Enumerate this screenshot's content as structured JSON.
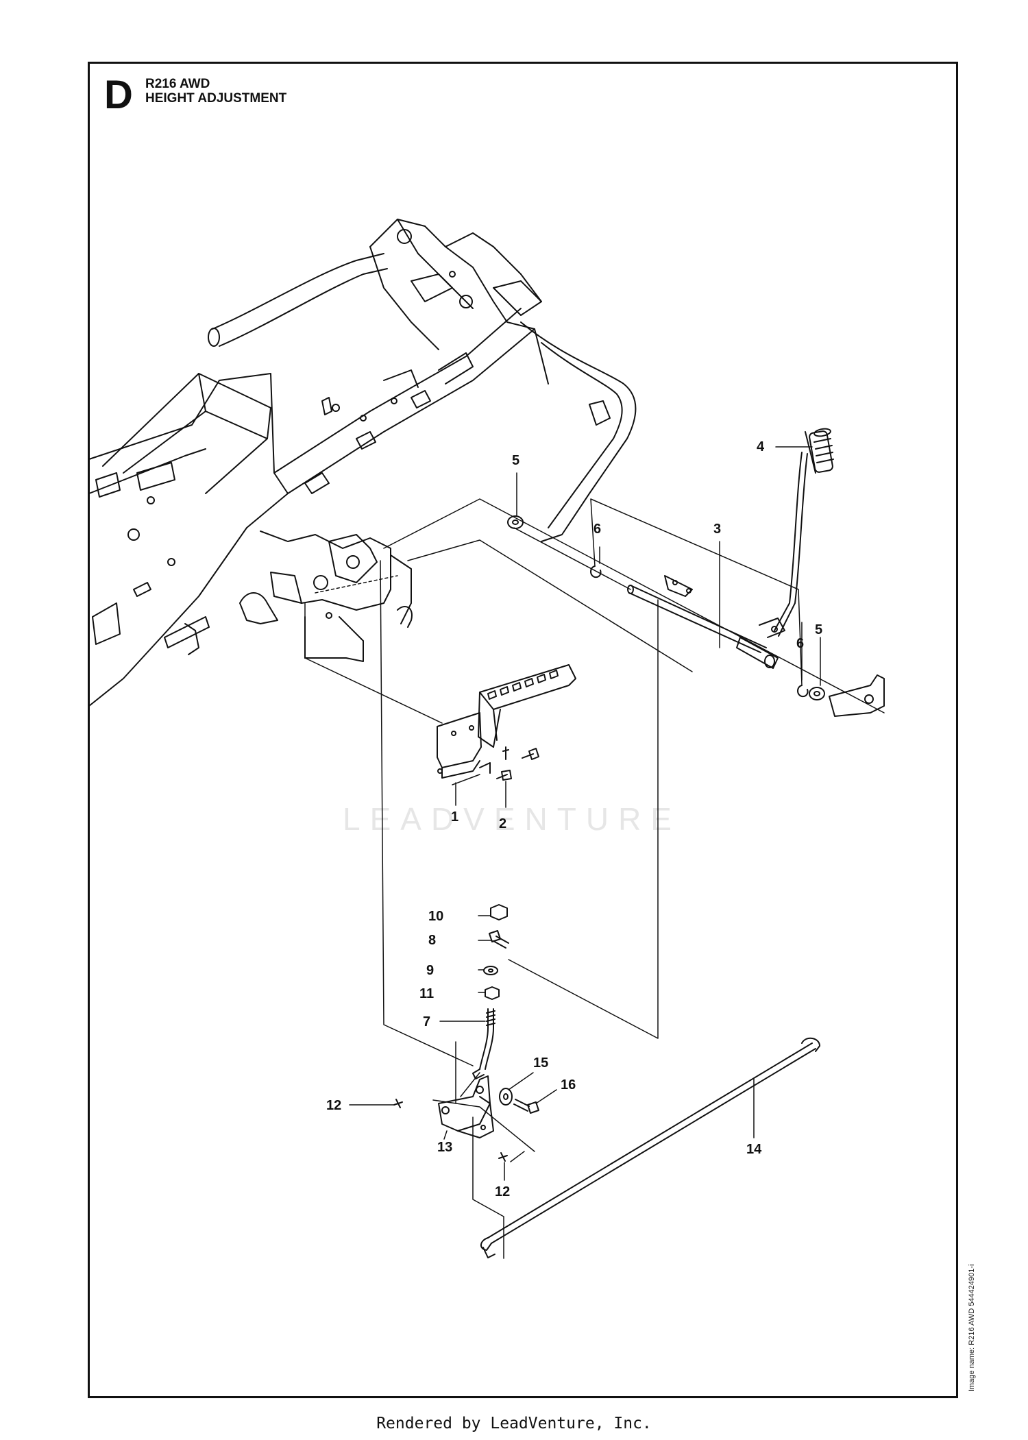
{
  "header": {
    "section_letter": "D",
    "model": "R216 AWD",
    "title": "HEIGHT ADJUSTMENT"
  },
  "callouts": [
    {
      "id": "c1",
      "label": "1"
    },
    {
      "id": "c2",
      "label": "2"
    },
    {
      "id": "c3",
      "label": "3"
    },
    {
      "id": "c4",
      "label": "4"
    },
    {
      "id": "c5a",
      "label": "5"
    },
    {
      "id": "c5b",
      "label": "5"
    },
    {
      "id": "c6a",
      "label": "6"
    },
    {
      "id": "c6b",
      "label": "6"
    },
    {
      "id": "c7",
      "label": "7"
    },
    {
      "id": "c8",
      "label": "8"
    },
    {
      "id": "c9",
      "label": "9"
    },
    {
      "id": "c10",
      "label": "10"
    },
    {
      "id": "c11",
      "label": "11"
    },
    {
      "id": "c12a",
      "label": "12"
    },
    {
      "id": "c12b",
      "label": "12"
    },
    {
      "id": "c13",
      "label": "13"
    },
    {
      "id": "c14",
      "label": "14"
    },
    {
      "id": "c15",
      "label": "15"
    },
    {
      "id": "c16",
      "label": "16"
    }
  ],
  "watermark": "LEADVENTURE",
  "image_code": "Image name: R216 AWD 544424901-i",
  "footer": "Rendered by LeadVenture, Inc."
}
